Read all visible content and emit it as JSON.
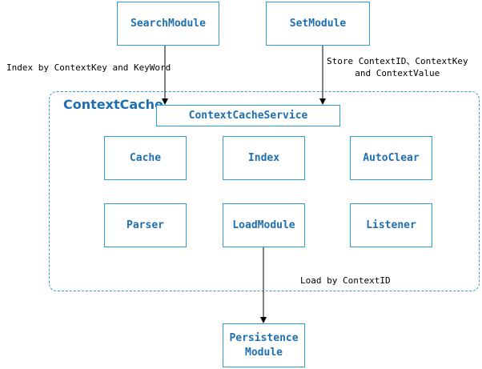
{
  "modules": {
    "search": "SearchModule",
    "set": "SetModule",
    "persistence_line1": "Persistence",
    "persistence_line2": "Module"
  },
  "container": {
    "title": "ContextCache",
    "service": "ContextCacheService",
    "components": {
      "cache": "Cache",
      "index": "Index",
      "autoclear": "AutoClear",
      "parser": "Parser",
      "loadmodule": "LoadModule",
      "listener": "Listener"
    }
  },
  "edges": {
    "search_label": "Index by ContextKey and KeyWord",
    "set_label_line1": "Store ContextID、ContextKey",
    "set_label_line2": "and ContextValue",
    "load_label": "Load by ContextID"
  },
  "colors": {
    "box_border": "#2f9bd6",
    "box_text": "#1f6fb0",
    "arrow": "#000000"
  }
}
